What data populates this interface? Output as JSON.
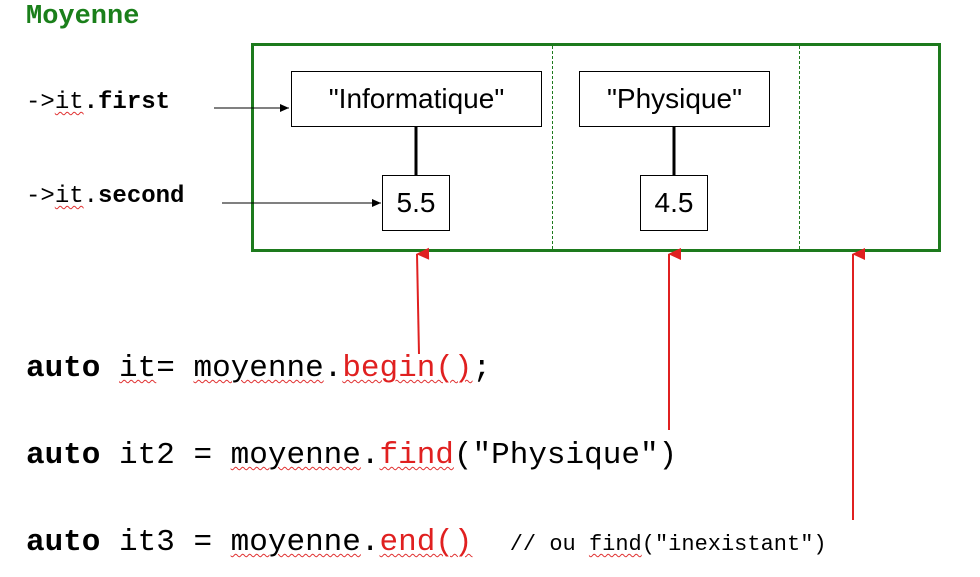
{
  "title": "Moyenne",
  "iterator_labels": {
    "first": {
      "arrow": "->",
      "obj": "it",
      "dot": ".",
      "member": "first"
    },
    "second": {
      "arrow": "->",
      "obj": "it",
      "dot": ".",
      "member": "second"
    }
  },
  "entries": [
    {
      "key": "\"Informatique\"",
      "value": "5.5"
    },
    {
      "key": "\"Physique\"",
      "value": "4.5"
    }
  ],
  "code": {
    "line1": {
      "kw": "auto",
      "var": "it",
      "eq": "= ",
      "obj": "moyenne",
      "dot": ".",
      "method": "begin()",
      "tail": ";"
    },
    "line2": {
      "kw": "auto",
      "var": "it2 = ",
      "obj": "moyenne",
      "dot": ".",
      "method": "find",
      "args": "(\"Physique\")"
    },
    "line3": {
      "kw": "auto",
      "var": "it3 = ",
      "obj": "moyenne",
      "dot": ".",
      "method": "end()",
      "comment_pre": "// ou ",
      "comment_find": "find",
      "comment_args": "(\"inexistant\")"
    }
  },
  "colors": {
    "title": "#1a7f1a",
    "map_border": "#1d7a1d",
    "pointer_arrows": "#e02020",
    "member_arrows": "#000000"
  }
}
